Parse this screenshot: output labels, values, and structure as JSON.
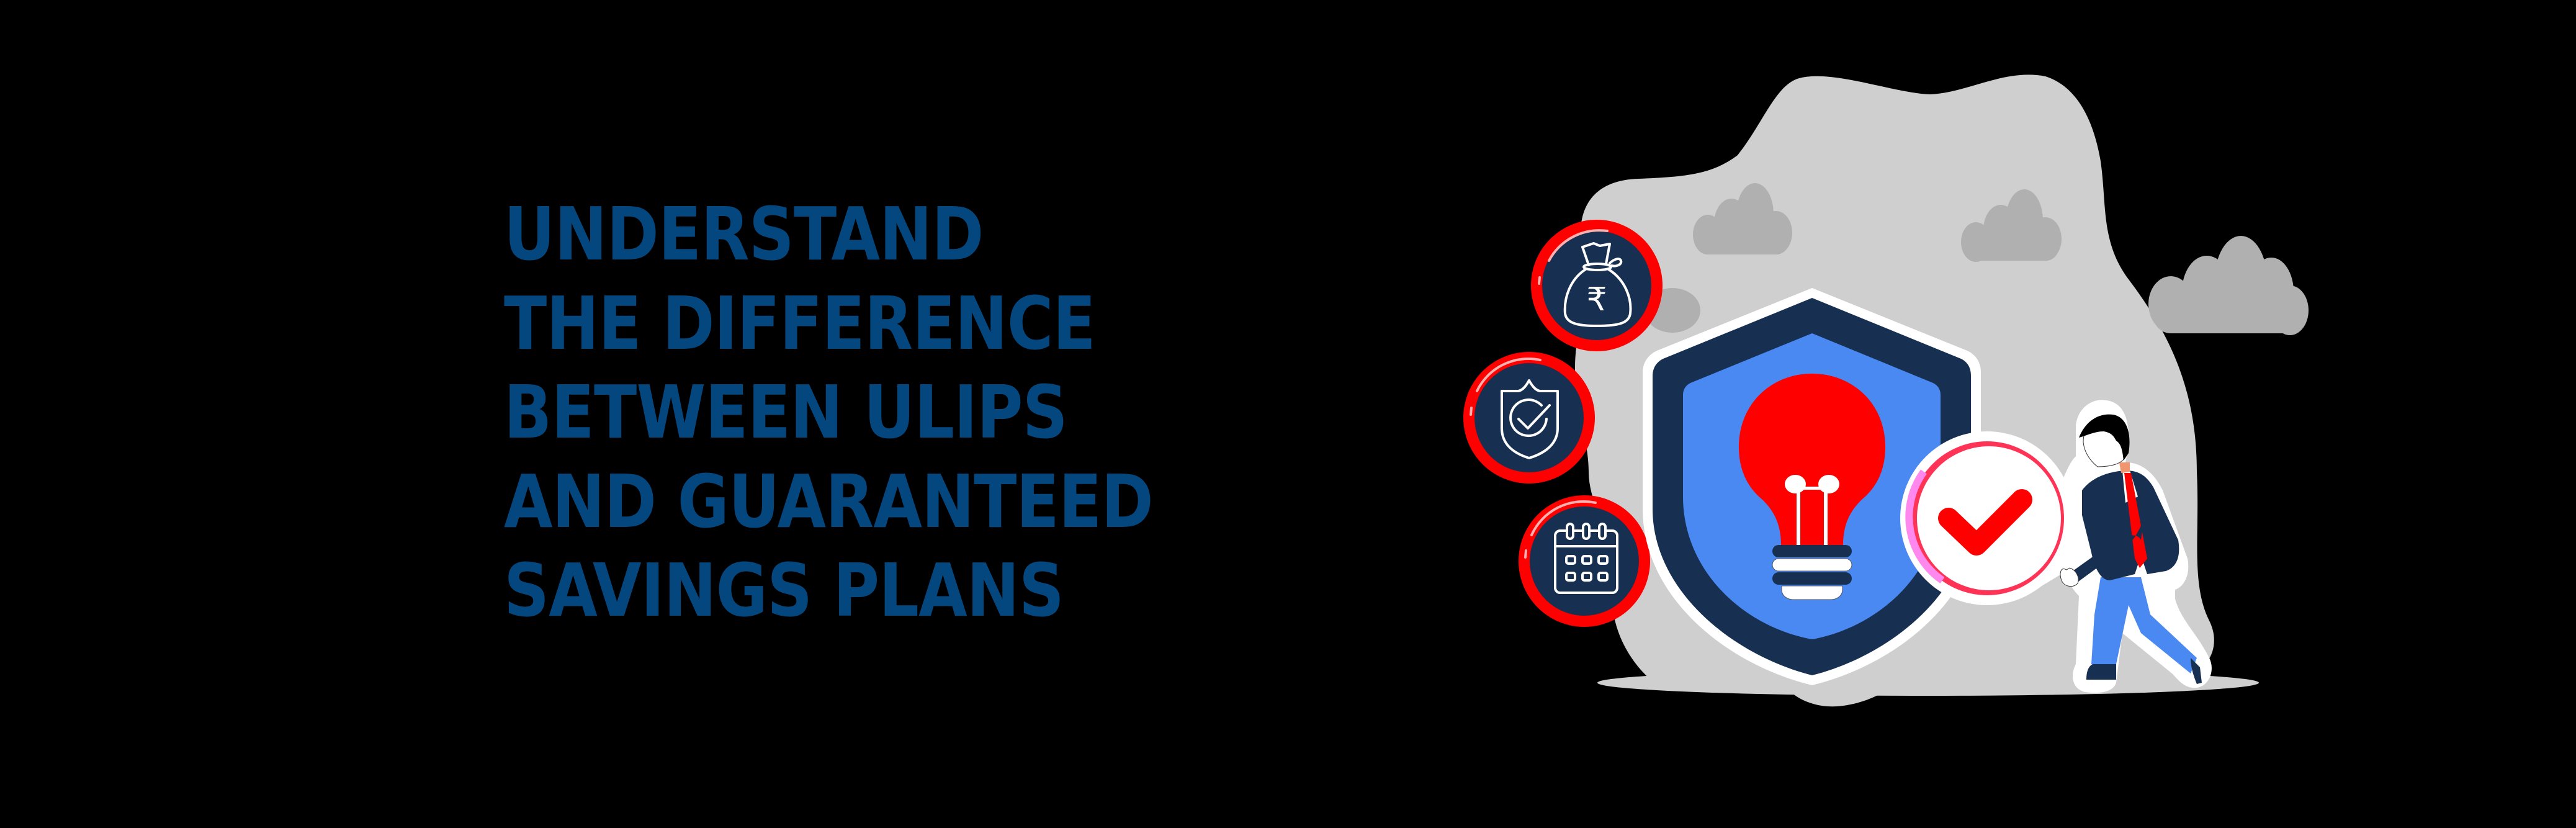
{
  "headline": {
    "lines": [
      "UNDERSTAND",
      "THE DIFFERENCE",
      "BETWEEN ULIPS",
      "AND GUARANTEED",
      "SAVINGS PLANS"
    ]
  },
  "illustration": {
    "icons": [
      {
        "name": "money-bag-rupee-icon",
        "glyph": "₹"
      },
      {
        "name": "shield-check-icon"
      },
      {
        "name": "calendar-icon"
      }
    ],
    "central": "shield-with-lightbulb",
    "badge": "checkmark-circle",
    "figure": "businessman-pushing-checkmark"
  },
  "colors": {
    "background": "#000000",
    "headline_text": "#04477f",
    "navy": "#173051",
    "blue": "#4a88f2",
    "red": "#ff0000",
    "blob_gray": "#cfcfcf",
    "cloud_gray": "#b0b0b0",
    "white": "#ffffff",
    "check_ring": "#ff3355",
    "check_ring_highlight": "#ff88ee",
    "skin": "#f0956e"
  }
}
